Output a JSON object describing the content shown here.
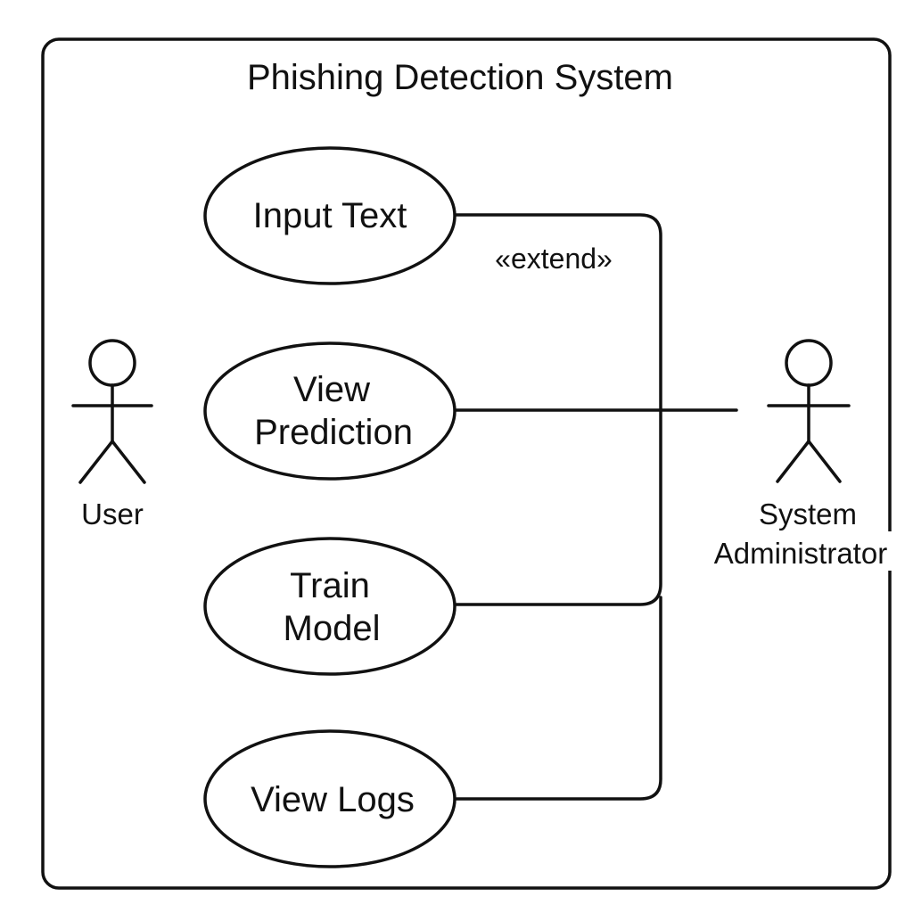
{
  "system": {
    "title": "Phishing Detection System"
  },
  "use_cases": [
    {
      "id": "input-text",
      "lines": [
        "Input Text"
      ]
    },
    {
      "id": "view-prediction",
      "lines": [
        "View",
        "Prediction"
      ]
    },
    {
      "id": "train-model",
      "lines": [
        "Train",
        "Model"
      ]
    },
    {
      "id": "view-logs",
      "lines": [
        "View Logs"
      ]
    }
  ],
  "actors": {
    "user": {
      "lines": [
        "User"
      ]
    },
    "admin": {
      "lines": [
        "System",
        "Administrator"
      ]
    }
  },
  "relationships": {
    "stereotype": "«extend»"
  },
  "colors": {
    "stroke": "#111111",
    "background": "#ffffff"
  }
}
